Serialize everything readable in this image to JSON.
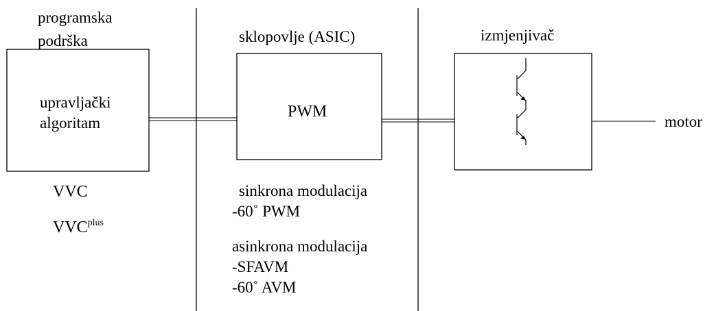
{
  "software": {
    "heading_line1": "programska",
    "heading_line2": "podrška",
    "block_line1": "upravljački",
    "block_line2": "algoritam",
    "method1": "VVC",
    "method2_base": "VVC",
    "method2_sup": "plus"
  },
  "hardware": {
    "heading": "sklopovlje (ASIC)",
    "block_label": "PWM",
    "sync_title": "sinkrona modulacija",
    "sync_item": "-60˚ PWM",
    "async_title": "asinkrona modulacija",
    "async_item1": "-SFAVM",
    "async_item2": "-60˚ AVM"
  },
  "inverter": {
    "heading": "izmjenjivač",
    "symbol": "transistor-pair-icon"
  },
  "output": {
    "label": "motor"
  },
  "colors": {
    "line": "#000000",
    "text": "#000000",
    "background": "#ffffff"
  }
}
